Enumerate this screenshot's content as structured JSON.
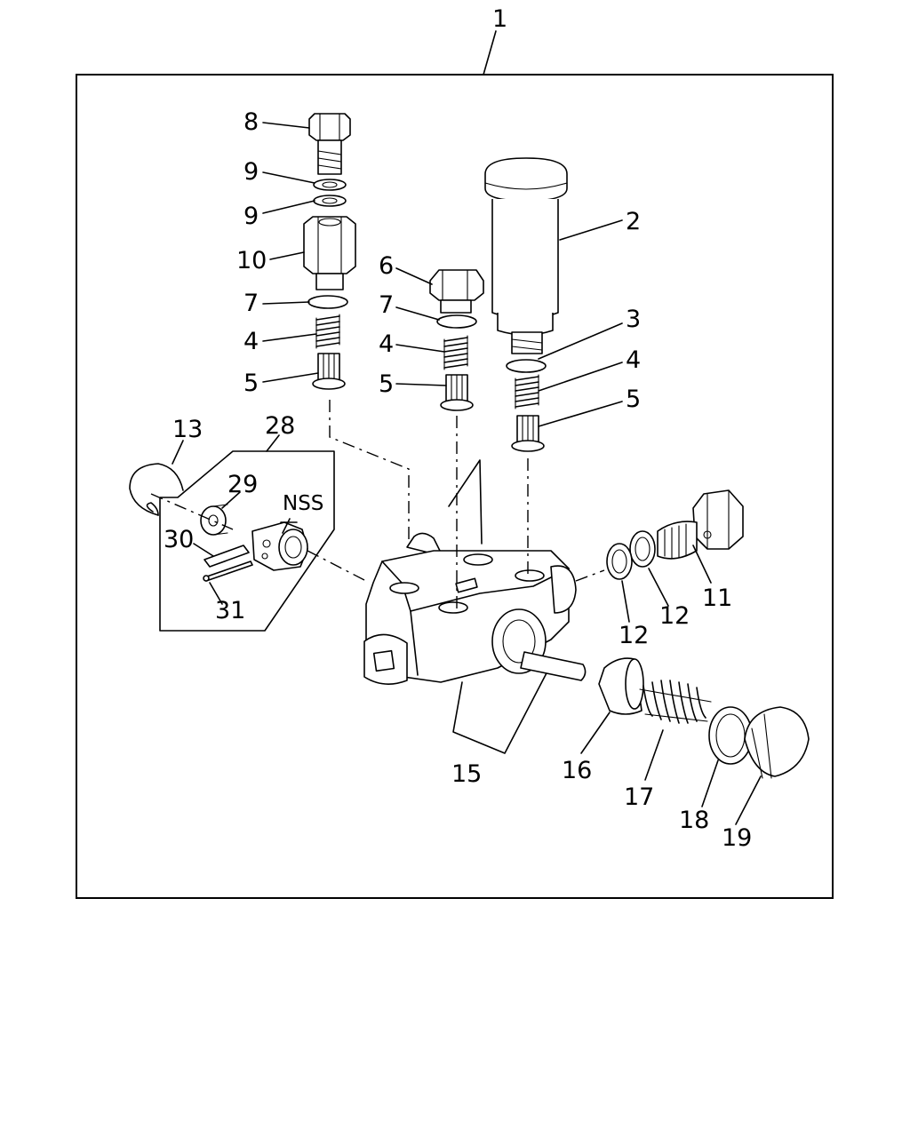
{
  "diagram": {
    "labels": {
      "assembly": "1",
      "l2": "2",
      "l3": "3",
      "l4a": "4",
      "l4b": "4",
      "l4c": "4",
      "l5a": "5",
      "l5b": "5",
      "l5c": "5",
      "l6": "6",
      "l7a": "7",
      "l7b": "7",
      "l8": "8",
      "l9a": "9",
      "l9b": "9",
      "l10": "10",
      "l11": "11",
      "l12a": "12",
      "l12b": "12",
      "l13": "13",
      "l15": "15",
      "l16": "16",
      "l17": "17",
      "l18": "18",
      "l19": "19",
      "l28": "28",
      "l29": "29",
      "l30": "30",
      "l31": "31",
      "nss": "NSS"
    }
  }
}
